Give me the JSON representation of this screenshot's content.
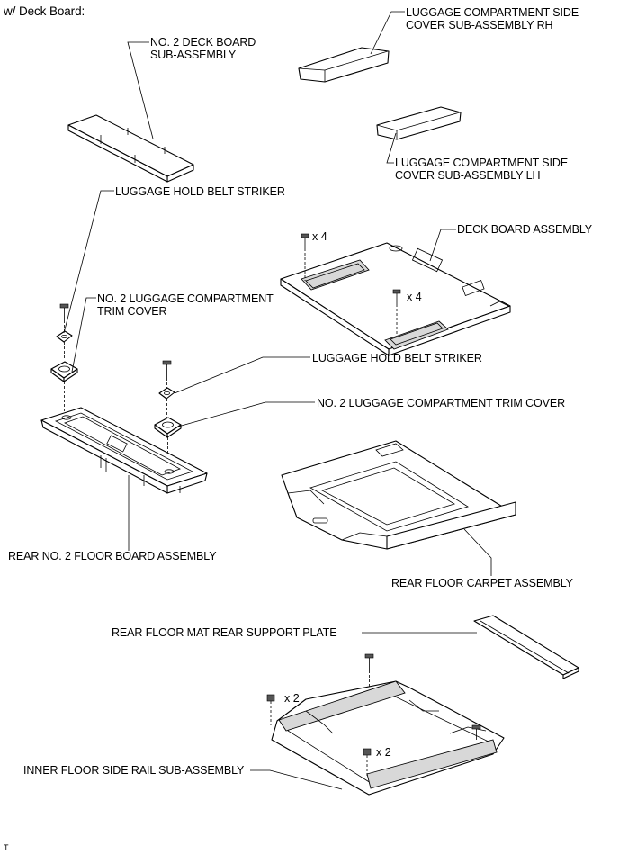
{
  "header": {
    "condition": "w/ Deck Board:"
  },
  "labels": {
    "no2_deck_board_l1": "NO. 2 DECK BOARD",
    "no2_deck_board_l2": "SUB-ASSEMBLY",
    "side_cover_rh_l1": "LUGGAGE COMPARTMENT SIDE",
    "side_cover_rh_l2": "COVER SUB-ASSEMBLY RH",
    "side_cover_lh_l1": "LUGGAGE COMPARTMENT SIDE",
    "side_cover_lh_l2": "COVER SUB-ASSEMBLY LH",
    "belt_striker_top": "LUGGAGE HOLD BELT STRIKER",
    "deck_board_assy": "DECK BOARD ASSEMBLY",
    "no2_trim_cover_left_l1": "NO. 2 LUGGAGE COMPARTMENT",
    "no2_trim_cover_left_l2": "TRIM COVER",
    "belt_striker_mid": "LUGGAGE HOLD BELT STRIKER",
    "no2_trim_cover_right": "NO. 2 LUGGAGE COMPARTMENT TRIM COVER",
    "rear_no2_floor_board": "REAR NO. 2 FLOOR BOARD ASSEMBLY",
    "rear_floor_carpet": "REAR FLOOR CARPET ASSEMBLY",
    "support_plate": "REAR FLOOR MAT REAR SUPPORT PLATE",
    "inner_floor_rail": "INNER FLOOR SIDE RAIL SUB-ASSEMBLY"
  },
  "quantities": {
    "deck_clip_top": "x 4",
    "deck_clip_bottom": "x 4",
    "rail_nut_left": "x 2",
    "rail_nut_right": "x 2"
  },
  "footer": {
    "ref_mark": "T"
  }
}
